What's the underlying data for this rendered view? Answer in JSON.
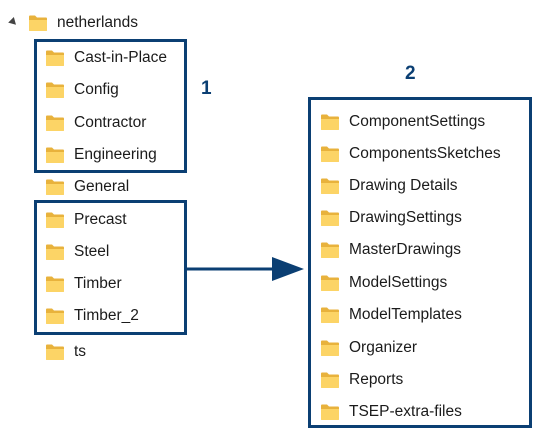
{
  "tree": {
    "root": {
      "label": "netherlands",
      "icon": "folder-icon",
      "expanded": true
    },
    "children": [
      {
        "label": "Cast-in-Place",
        "icon": "folder-icon"
      },
      {
        "label": "Config",
        "icon": "folder-icon"
      },
      {
        "label": "Contractor",
        "icon": "folder-icon"
      },
      {
        "label": "Engineering",
        "icon": "folder-icon"
      },
      {
        "label": "General",
        "icon": "folder-icon"
      },
      {
        "label": "Precast",
        "icon": "folder-icon"
      },
      {
        "label": "Steel",
        "icon": "folder-icon"
      },
      {
        "label": "Timber",
        "icon": "folder-icon"
      },
      {
        "label": "Timber_2",
        "icon": "folder-icon"
      },
      {
        "label": "ts",
        "icon": "folder-icon"
      }
    ]
  },
  "subfolders": {
    "items": [
      {
        "label": "ComponentSettings",
        "icon": "folder-icon"
      },
      {
        "label": "ComponentsSketches",
        "icon": "folder-icon"
      },
      {
        "label": "Drawing Details",
        "icon": "folder-icon"
      },
      {
        "label": "DrawingSettings",
        "icon": "folder-icon"
      },
      {
        "label": "MasterDrawings",
        "icon": "folder-icon"
      },
      {
        "label": "ModelSettings",
        "icon": "folder-icon"
      },
      {
        "label": "ModelTemplates",
        "icon": "folder-icon"
      },
      {
        "label": "Organizer",
        "icon": "folder-icon"
      },
      {
        "label": "Reports",
        "icon": "folder-icon"
      },
      {
        "label": "TSEP-extra-files",
        "icon": "folder-icon"
      }
    ]
  },
  "callouts": {
    "one": "1",
    "two": "2"
  },
  "colors": {
    "highlight": "#0b3f73",
    "folder_back": "#e8b23c",
    "folder_front": "#fcd466"
  }
}
